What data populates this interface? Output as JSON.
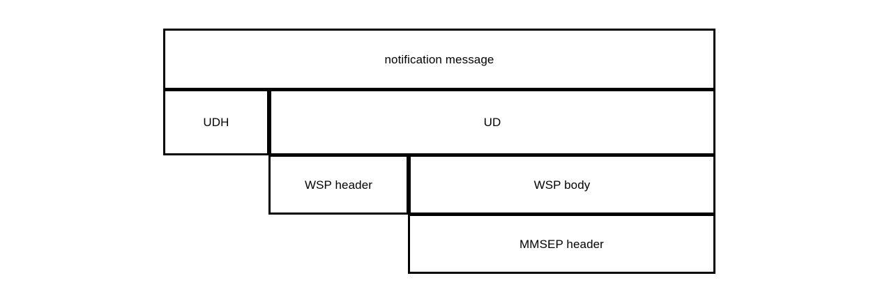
{
  "diagram": {
    "type": "layered-protocol-encapsulation",
    "title": "",
    "colors": {
      "border": "#000000",
      "background": "#ffffff",
      "text": "#000000"
    },
    "rows": [
      {
        "name": "notification-layer",
        "boxes": [
          {
            "id": "notification-message",
            "label": "notification message"
          }
        ]
      },
      {
        "name": "sms-layer",
        "boxes": [
          {
            "id": "udh",
            "label": "UDH"
          },
          {
            "id": "ud",
            "label": "UD"
          }
        ]
      },
      {
        "name": "wsp-layer",
        "boxes": [
          {
            "id": "wsp-header",
            "label": "WSP header"
          },
          {
            "id": "wsp-body",
            "label": "WSP body"
          }
        ]
      },
      {
        "name": "mmsep-layer",
        "boxes": [
          {
            "id": "mmsep-header",
            "label": "MMSEP header"
          }
        ]
      }
    ]
  }
}
